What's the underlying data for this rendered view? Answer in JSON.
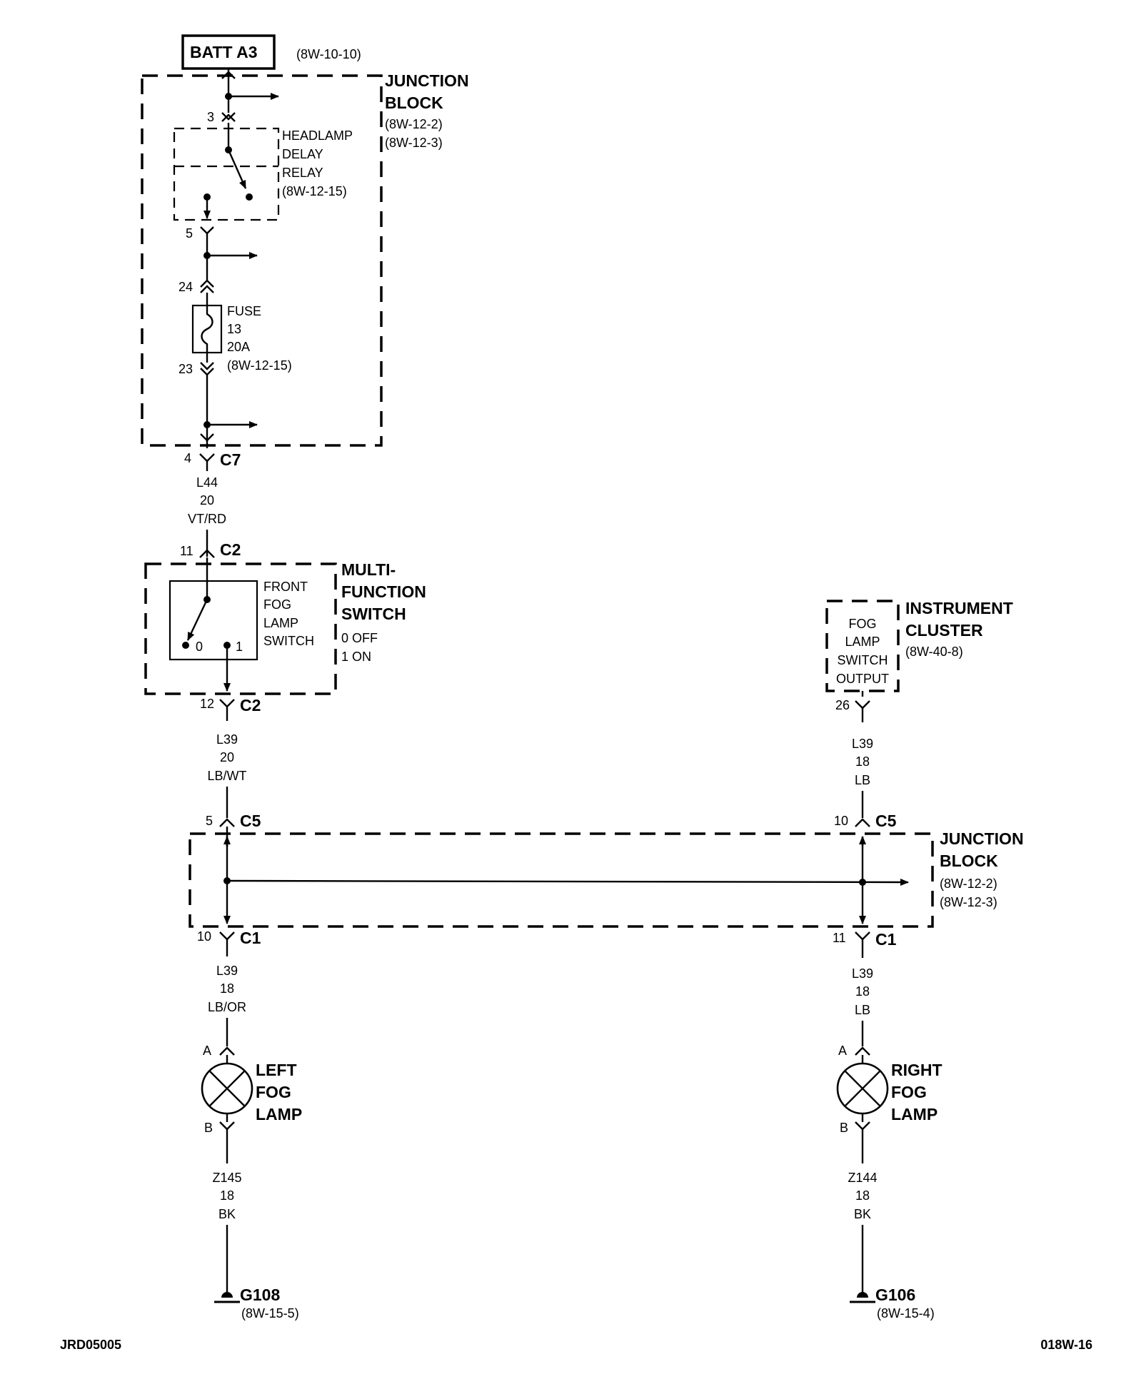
{
  "battery": {
    "label": "BATT A3",
    "ref": "(8W-10-10)"
  },
  "junction_block_top": {
    "title1": "JUNCTION",
    "title2": "BLOCK",
    "ref1": "(8W-12-2)",
    "ref2": "(8W-12-3)"
  },
  "relay": {
    "line1": "HEADLAMP",
    "line2": "DELAY",
    "line3": "RELAY",
    "ref": "(8W-12-15)",
    "pin_in": "3",
    "pin_out": "5"
  },
  "fuse": {
    "line1": "FUSE",
    "line2": "13",
    "line3": "20A",
    "ref": "(8W-12-15)",
    "pin_in": "24",
    "pin_out": "23"
  },
  "c7": {
    "pin": "4",
    "name": "C7"
  },
  "wire_l44": {
    "circuit": "L44",
    "gauge": "20",
    "color": "VT/RD"
  },
  "mfs": {
    "c2_in_pin": "11",
    "c2_in": "C2",
    "title1": "MULTI-",
    "title2": "FUNCTION",
    "title3": "SWITCH",
    "sw1": "FRONT",
    "sw2": "FOG",
    "sw3": "LAMP",
    "sw4": "SWITCH",
    "pos0": "0",
    "pos1": "1",
    "state0": "0 OFF",
    "state1": "1 ON",
    "c2_out_pin": "12",
    "c2_out": "C2"
  },
  "wire_l39_left_top": {
    "circuit": "L39",
    "gauge": "20",
    "color": "LB/WT"
  },
  "cluster": {
    "title1": "INSTRUMENT",
    "title2": "CLUSTER",
    "ref": "(8W-40-8)",
    "out1": "FOG",
    "out2": "LAMP",
    "out3": "SWITCH",
    "out4": "OUTPUT",
    "pin": "26"
  },
  "wire_l39_right_top": {
    "circuit": "L39",
    "gauge": "18",
    "color": "LB"
  },
  "c5_left": {
    "pin": "5",
    "name": "C5"
  },
  "c5_right": {
    "pin": "10",
    "name": "C5"
  },
  "junction_block_mid": {
    "title1": "JUNCTION",
    "title2": "BLOCK",
    "ref1": "(8W-12-2)",
    "ref2": "(8W-12-3)"
  },
  "c1_left": {
    "pin": "10",
    "name": "C1"
  },
  "c1_right": {
    "pin": "11",
    "name": "C1"
  },
  "wire_l39_left_bot": {
    "circuit": "L39",
    "gauge": "18",
    "color": "LB/OR"
  },
  "wire_l39_right_bot": {
    "circuit": "L39",
    "gauge": "18",
    "color": "LB"
  },
  "left_lamp": {
    "pin_a": "A",
    "pin_b": "B",
    "line1": "LEFT",
    "line2": "FOG",
    "line3": "LAMP"
  },
  "right_lamp": {
    "pin_a": "A",
    "pin_b": "B",
    "line1": "RIGHT",
    "line2": "FOG",
    "line3": "LAMP"
  },
  "wire_z145": {
    "circuit": "Z145",
    "gauge": "18",
    "color": "BK"
  },
  "wire_z144": {
    "circuit": "Z144",
    "gauge": "18",
    "color": "BK"
  },
  "ground_left": {
    "name": "G108",
    "ref": "(8W-15-5)"
  },
  "ground_right": {
    "name": "G106",
    "ref": "(8W-15-4)"
  },
  "footer": {
    "left": "JRD05005",
    "right": "018W-16"
  }
}
